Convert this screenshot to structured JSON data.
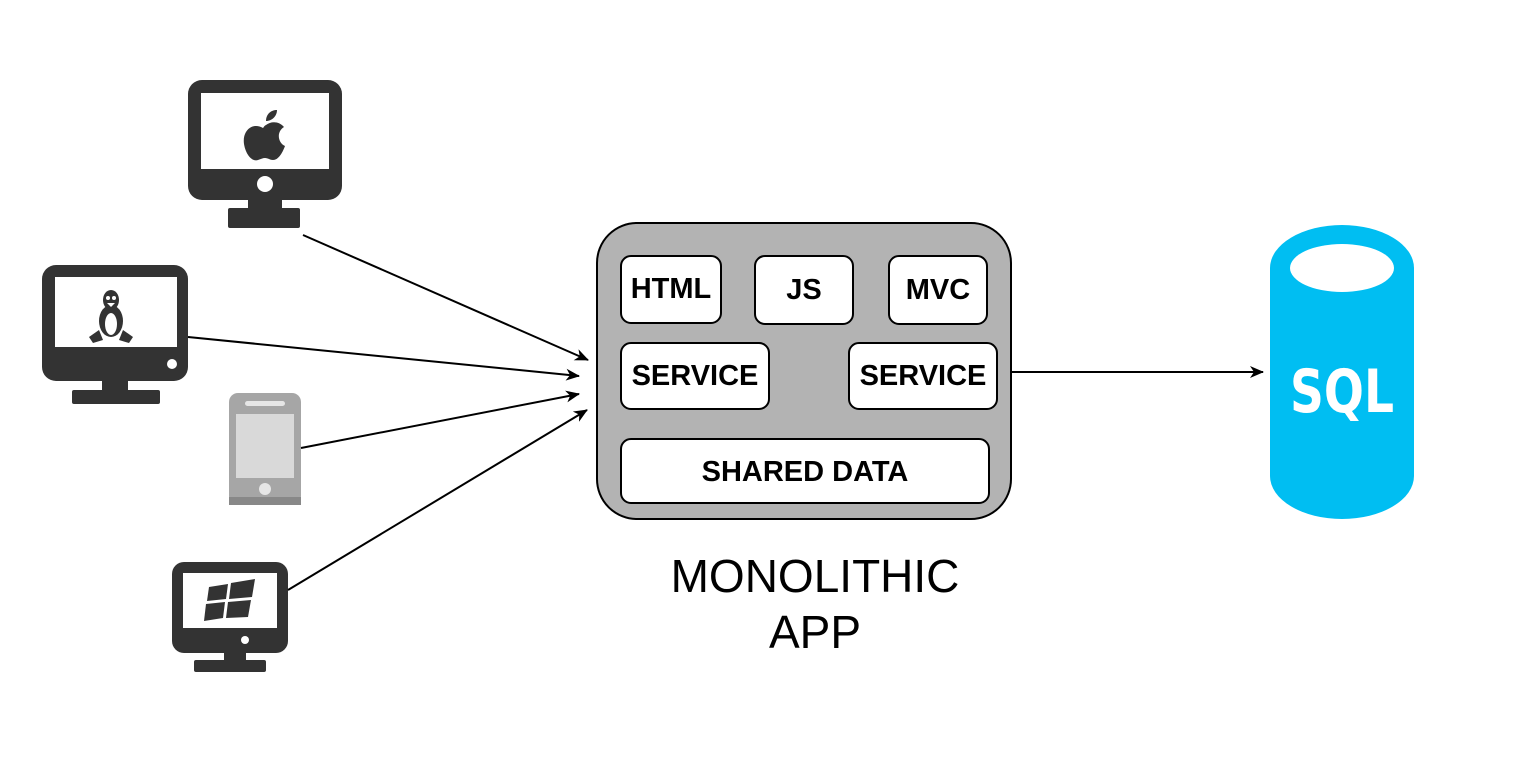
{
  "modules": {
    "html": "HTML",
    "js": "JS",
    "mvc": "MVC",
    "service_left": "SERVICE",
    "service_right": "SERVICE",
    "shared_data": "SHARED DATA"
  },
  "caption": {
    "line1": "MONOLITHIC",
    "line2": "APP"
  },
  "database": {
    "label": "SQL"
  },
  "clients": [
    {
      "icon": "apple-desktop-icon"
    },
    {
      "icon": "linux-desktop-icon"
    },
    {
      "icon": "mobile-phone-icon"
    },
    {
      "icon": "windows-desktop-icon"
    }
  ],
  "colors": {
    "app_container_fill": "#b3b3b3",
    "module_fill": "#ffffff",
    "monitor_body": "#333333",
    "phone_body": "#a6a6a6",
    "database_fill": "#00bef2",
    "arrow": "#000000"
  }
}
